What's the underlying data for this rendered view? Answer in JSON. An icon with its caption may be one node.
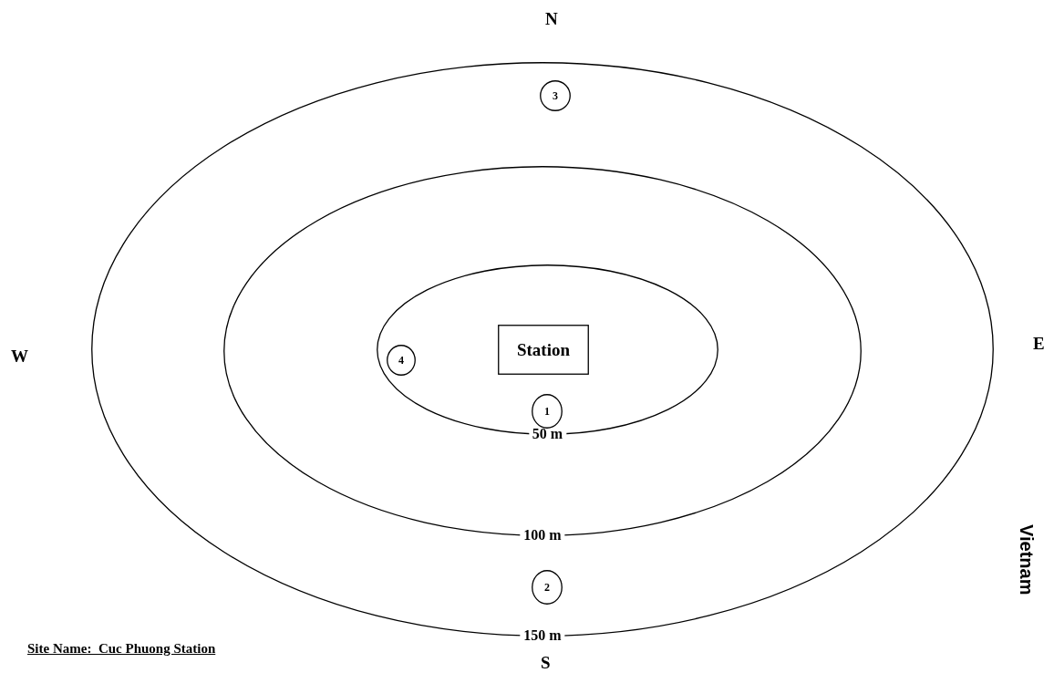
{
  "diagram": {
    "nodes": [
      {
        "text": [
          "150 m"
        ]
      },
      {
        "text": [
          "100 m"
        ],
        "in": 0
      },
      {
        "text": [
          "50 m"
        ],
        "in": 1
      },
      {
        "text": [
          "3"
        ],
        "in": 0
      },
      {
        "text": [
          "Station"
        ],
        "in": 2
      },
      {
        "text": [
          "4"
        ],
        "in": 2
      },
      {
        "text": [
          "1"
        ],
        "in": 2
      },
      {
        "text": [
          "2"
        ],
        "in": 0
      }
    ],
    "labels": [
      "N",
      "W",
      "E",
      "Vietnam",
      "Site Name:  Cuc Phuong Station",
      "S"
    ]
  }
}
